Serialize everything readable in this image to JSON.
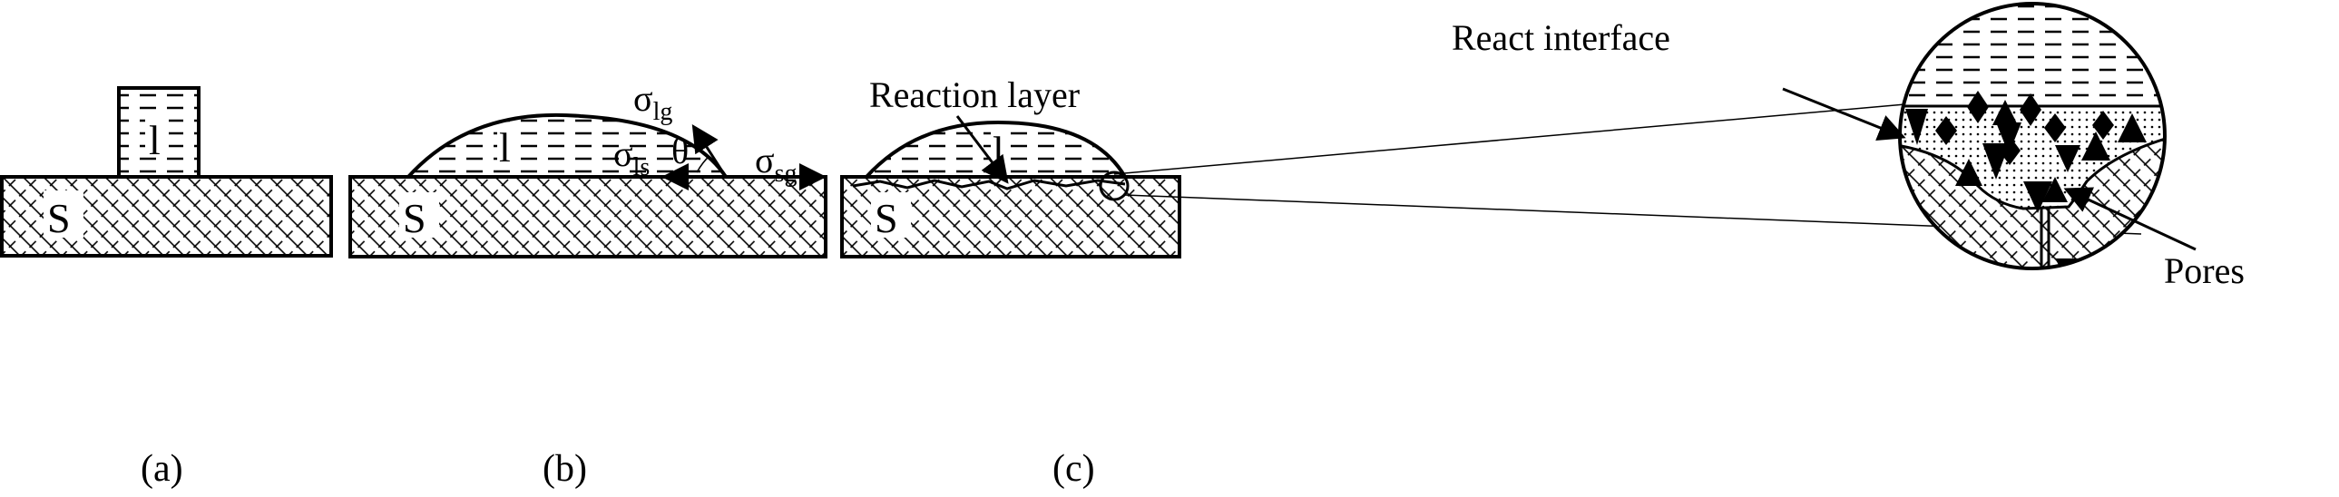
{
  "panels": {
    "a": {
      "caption": "(a)",
      "liquid": "l",
      "solid": "S"
    },
    "b": {
      "caption": "(b)",
      "liquid": "l",
      "solid": "S",
      "sigma": "σ",
      "lg_sub": "lg",
      "ls_sub": "ls",
      "sg_sub": "sg",
      "theta": "θ"
    },
    "c": {
      "caption": "(c)",
      "liquid": "l",
      "solid": "S",
      "reaction_layer": "Reaction layer",
      "react_interface": "React interface",
      "pores": "Pores"
    }
  },
  "colors": {
    "ink": "#000000",
    "background": "#ffffff"
  }
}
